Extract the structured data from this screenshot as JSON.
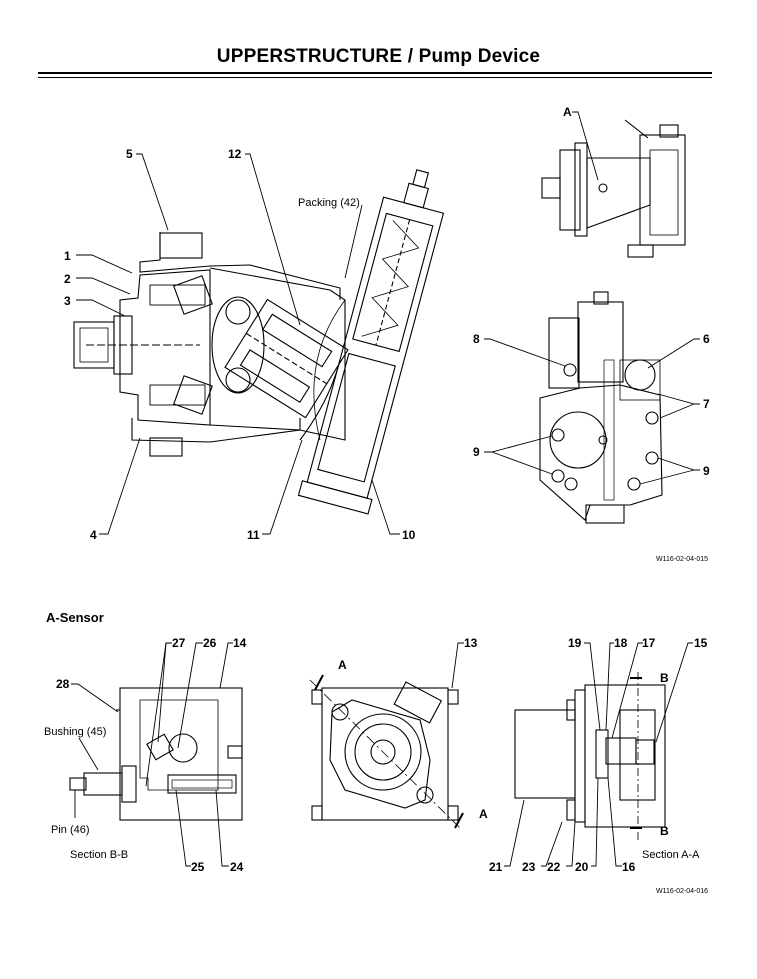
{
  "header": {
    "title": "UPPERSTRUCTURE / Pump Device"
  },
  "section": {
    "title": "A-Sensor"
  },
  "callouts_top": [
    "1",
    "2",
    "3",
    "4",
    "5",
    "12",
    "11",
    "10",
    "8",
    "6",
    "7",
    "9",
    "9",
    "A"
  ],
  "labels_top": {
    "packing": "Packing (42)"
  },
  "figure_codes": [
    "W116-02-04-015",
    "W116-02-04-016"
  ],
  "callouts_bottom": [
    "28",
    "27",
    "26",
    "14",
    "13",
    "19",
    "18",
    "17",
    "15",
    "25",
    "24",
    "21",
    "23",
    "22",
    "20",
    "16",
    "A",
    "A",
    "B",
    "B"
  ],
  "labels_bottom": {
    "bushing": "Bushing (45)",
    "pin": "Pin (46)",
    "section_bb": "Section B-B",
    "section_aa": "Section A-A"
  }
}
